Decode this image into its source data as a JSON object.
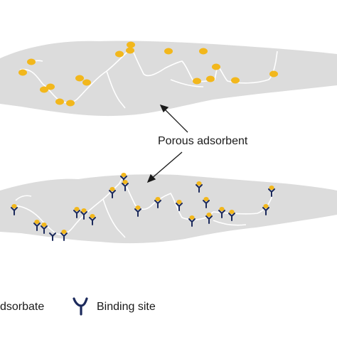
{
  "callout": {
    "label": "Porous adsorbent"
  },
  "legend": {
    "adsorbate_label": "dsorbate",
    "binding_site_label": "Binding site"
  },
  "colors": {
    "adsorbent_fill": "#dcdcdc",
    "adsorbate": "#f2b71c",
    "binding_site": "#1c2a5c",
    "pore_line": "#ffffff",
    "arrow": "#1a1a1a"
  },
  "icons": {
    "adsorbate": "adsorbate-blob-icon",
    "binding_site": "y-shaped-receptor-icon"
  }
}
